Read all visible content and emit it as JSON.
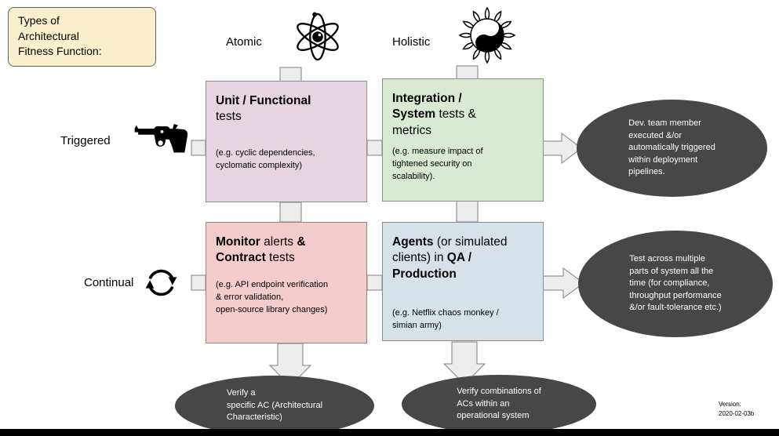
{
  "title_box": {
    "text": "Types of\nArchitectural\nFitness Function:"
  },
  "columns": {
    "atomic": {
      "label": "Atomic",
      "icon": "atom-icon"
    },
    "holistic": {
      "label": "Holistic",
      "icon": "yin-yang-lotus-icon"
    }
  },
  "rows": {
    "triggered": {
      "label": "Triggered",
      "icon": "revolver-icon"
    },
    "continual": {
      "label": "Continual",
      "icon": "cycle-arrows-icon"
    }
  },
  "cells": {
    "unit": {
      "title_segments": [
        {
          "t": "Unit / Functional\n",
          "b": true
        },
        {
          "t": "tests",
          "b": false
        }
      ],
      "description": "(e.g. cyclic dependencies,\ncyclomatic complexity)",
      "bg": "#e7d4e1"
    },
    "integration": {
      "title_segments": [
        {
          "t": "Integration /\nSystem",
          "b": true
        },
        {
          "t": " tests &\nmetrics",
          "b": false
        }
      ],
      "description": "(e.g. measure impact of\ntightened security on\nscalability).",
      "bg": "#d9ead3"
    },
    "monitor": {
      "title_segments": [
        {
          "t": "Monitor",
          "b": true
        },
        {
          "t": " alerts ",
          "b": false
        },
        {
          "t": "&\nContract",
          "b": true
        },
        {
          "t": " tests",
          "b": false
        }
      ],
      "description": "(e.g. API endpoint verification\n& error validation,\nopen-source library changes)",
      "bg": "#f4cccb"
    },
    "agents": {
      "title_segments": [
        {
          "t": "Agents",
          "b": true
        },
        {
          "t": " (or simulated\nclients) in ",
          "b": false
        },
        {
          "t": "QA /\nProduction",
          "b": true
        }
      ],
      "description": "(e.g. Netflix chaos monkey /\nsimian army)",
      "bg": "#d6e2e7"
    }
  },
  "callouts": {
    "triggered_result": "Dev. team member\nexecuted &/or\nautomatically triggered\nwithin deployment\npipelines.",
    "continual_result": "Test across multiple\nparts of system all the\ntime (for compliance,\nthroughput performance\n&/or fault-tolerance etc.)",
    "atomic_result": "Verify a\nspecific AC (Architectural\nCharacteristic)",
    "holistic_result": "Verify combinations of\nACs within an\noperational system"
  },
  "version": "Version:\n2020-02-03b",
  "colors": {
    "title_box_bg": "#fbf0cb",
    "ellipse_bg": "#474747",
    "arrow_fill": "#ededed",
    "arrow_stroke": "#7f7f7f"
  }
}
